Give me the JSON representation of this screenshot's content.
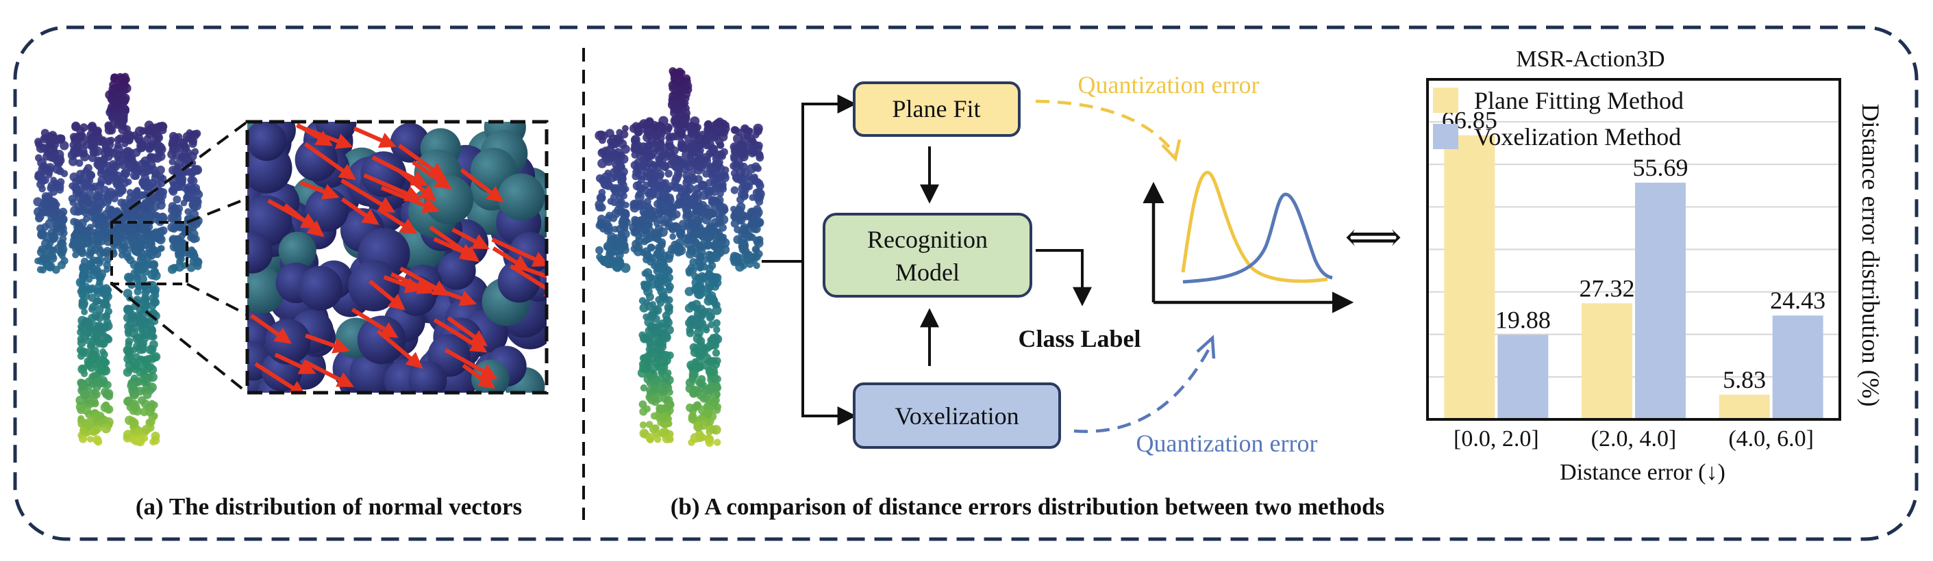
{
  "colors": {
    "frame": "#1f3050",
    "plane_fill": "#fbe6a2",
    "plane_stroke": "#2b3a5e",
    "recog_fill": "#cfe3bd",
    "voxel_fill": "#b5c6e5",
    "yellow": "#efc645",
    "blue": "#5878b8",
    "bar_yellow": "#f8e5a2",
    "bar_blue": "#b3c3e4",
    "arrow_red": "#e8321e",
    "sphere_navy": "#2c2f6e"
  },
  "icons": {
    "left_cloud": "human-point-cloud-icon",
    "zoom": "normal-vectors-zoom-icon",
    "right_cloud": "human-point-cloud-icon"
  },
  "panel_a": {
    "caption": "(a) The distribution of normal vectors"
  },
  "panel_b": {
    "caption": "(b) A comparison of distance errors distribution between two methods",
    "plane_fit": "Plane Fit",
    "recognition_line1": "Recognition",
    "recognition_line2": "Model",
    "voxelization": "Voxelization",
    "class_label": "Class Label",
    "quant_error_top": "Quantization error",
    "quant_error_bottom": "Quantization error",
    "equiv_symbol": "⟺"
  },
  "chart_data": {
    "type": "bar",
    "title": "MSR-Action3D",
    "categories": [
      "[0.0, 2.0]",
      "(2.0, 4.0]",
      "(4.0, 6.0]"
    ],
    "series": [
      {
        "name": "Plane Fitting Method",
        "values": [
          66.85,
          27.32,
          5.83
        ],
        "color": "#f8e5a2"
      },
      {
        "name": "Voxelization Method",
        "values": [
          19.88,
          55.69,
          24.43
        ],
        "color": "#b3c3e4"
      }
    ],
    "value_labels": [
      [
        "66.85",
        "27.32",
        "5.83"
      ],
      [
        "19.88",
        "55.69",
        "24.43"
      ]
    ],
    "xlabel": "Distance error (↓)",
    "ylabel": "Distance error distribution (%)",
    "ylim": [
      0,
      80
    ],
    "grid": true,
    "legend_position": "top-left"
  }
}
